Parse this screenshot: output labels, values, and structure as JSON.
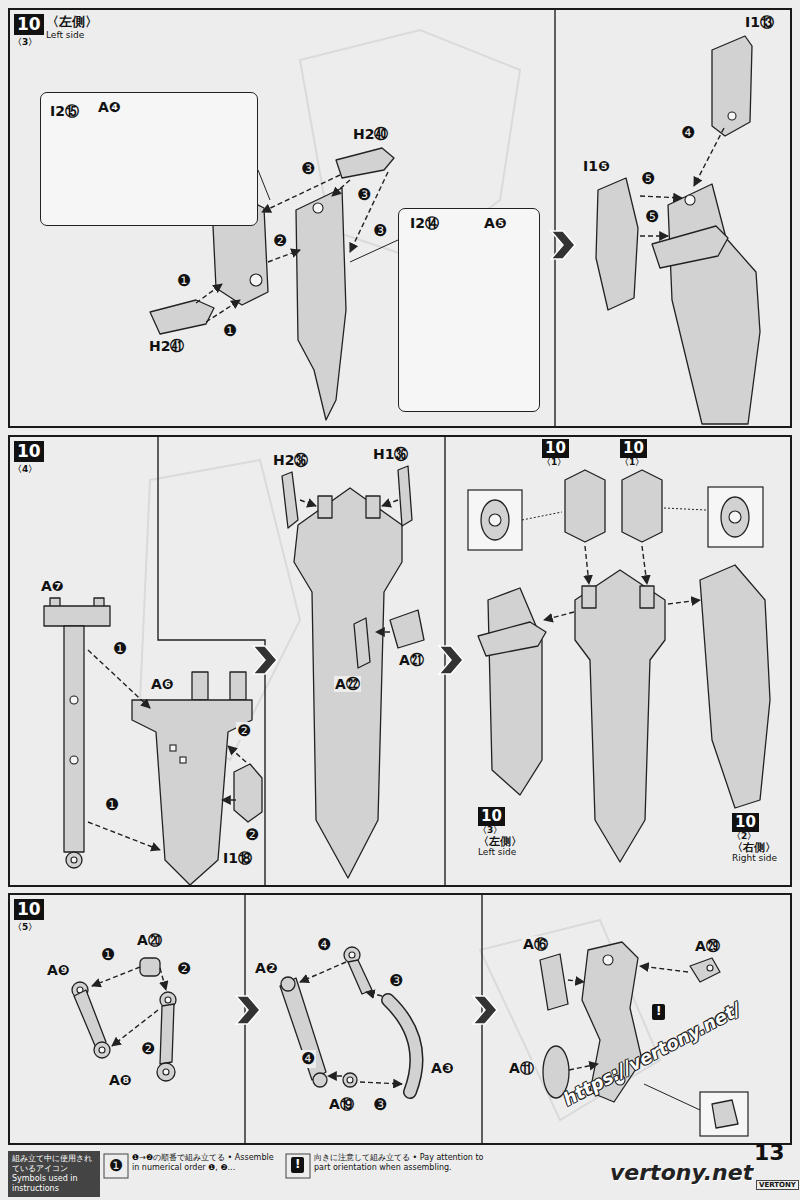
{
  "diagram": {
    "nodes": [
      {
        "text": [
          "10",
          "〈3〉",
          "〈左側〉",
          "Left side"
        ]
      },
      {
        "text": [
          "I2⑮",
          "A❹"
        ],
        "in": 0
      },
      {
        "text": [
          "I2⑭",
          "A❺"
        ],
        "in": 0
      },
      {
        "text": [
          "10",
          "〈4〉"
        ]
      },
      {
        "text": [
          "10",
          "〈1〉"
        ],
        "in": 3
      },
      {
        "text": [
          "10",
          "〈1〉"
        ],
        "in": 3
      },
      {
        "text": [
          "10",
          "〈3〉",
          "〈左側〉",
          "Left side"
        ],
        "in": 3
      },
      {
        "text": [
          "10",
          "〈2〉",
          "〈右側〉",
          "Right side"
        ],
        "in": 3
      },
      {
        "text": [
          "10",
          "〈5〉"
        ]
      },
      {
        "text": [
          "組み立て中に使用されているアイコン",
          "Symbols used in instructions"
        ]
      }
    ],
    "labels": [
      "H2㊵",
      "H2㊶",
      "❶",
      "❶",
      "❷",
      "❸",
      "❸",
      "❸",
      "I1⑬",
      "I1❺",
      "❹",
      "❺",
      "❺",
      "A❼",
      "A❻",
      "I1⑱",
      "❶",
      "❷",
      "❷",
      "❶",
      "H2㊱",
      "H1㊱",
      "A㉑",
      "A㉒",
      "A❾",
      "A⑳",
      "A❽",
      "❶",
      "❷",
      "❷",
      "A❷",
      "❹",
      "❸",
      "❹",
      "A⑲",
      "❸",
      "A❸",
      "A⑯",
      "A㉙",
      "A⑪",
      "!",
      "❶",
      "!",
      "13",
      "https://vertony.net/",
      "vertony.net",
      "VERTONY"
    ],
    "legend": [
      {
        "text": "❶→❷の順番で組み立てる • Assemble in numerical order ❶, ❷..."
      },
      {
        "text": "向きに注意して組み立てる • Pay attention to part orientation when assembling."
      }
    ]
  }
}
